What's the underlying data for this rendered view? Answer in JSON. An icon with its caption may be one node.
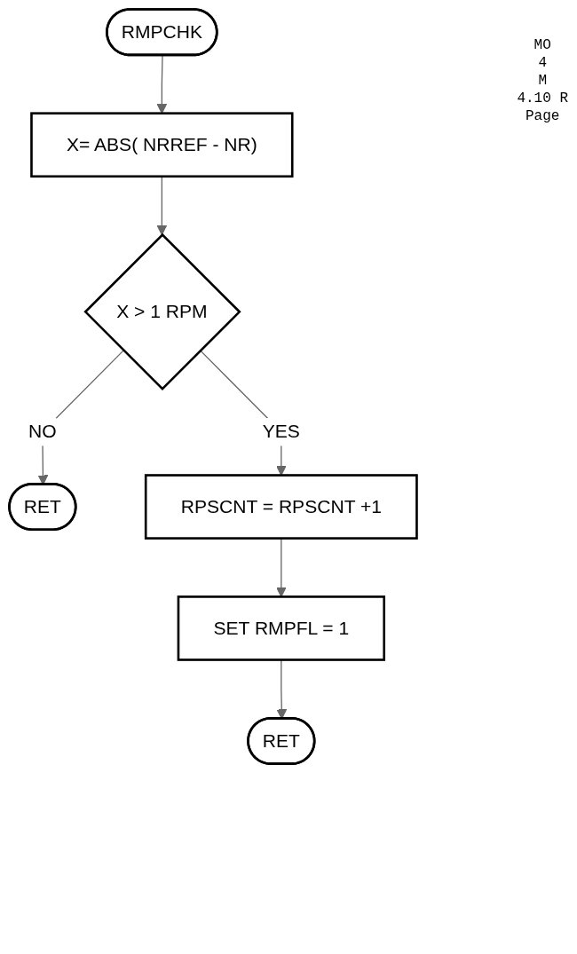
{
  "diagram": {
    "nodes": [
      {
        "text": [
          "RMPCHK"
        ]
      },
      {
        "text": [
          "X= ABS( NRREF - NR)"
        ]
      },
      {
        "text": [
          "X > 1 RPM"
        ]
      },
      {
        "text": [
          "RET"
        ]
      },
      {
        "text": [
          "RPSCNT = RPSCNT +1"
        ]
      },
      {
        "text": [
          "SET RMPFL = 1"
        ]
      },
      {
        "text": [
          "RET"
        ]
      }
    ],
    "edges": [
      {
        "from": 0,
        "to": 1,
        "arrow": "to"
      },
      {
        "from": 1,
        "to": 2,
        "arrow": "to"
      },
      {
        "from": 2,
        "to": 3,
        "label": "NO",
        "arrow": "to"
      },
      {
        "from": 2,
        "to": 4,
        "label": "YES",
        "arrow": "to"
      },
      {
        "from": 4,
        "to": 5,
        "arrow": "to"
      },
      {
        "from": 5,
        "to": 6,
        "arrow": "to"
      }
    ],
    "labels": [
      "MO",
      "4",
      "M",
      "4.10 R",
      "Page"
    ]
  }
}
